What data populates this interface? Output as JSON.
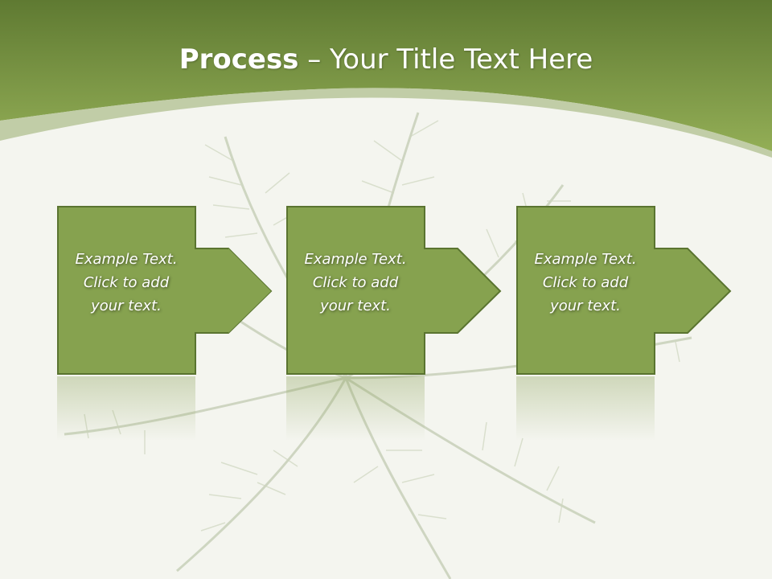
{
  "slide": {
    "title_bold": "Process",
    "title_rest": " – Your Title Text Here",
    "colors": {
      "header_top": "#5f7a32",
      "header_bottom": "#8fab52",
      "box_fill": "#86a24f",
      "box_stroke": "#5a7430",
      "background": "#f4f5ef"
    }
  },
  "steps": [
    {
      "line1": "Example Text.",
      "line2": "Click  to add",
      "line3": "your text."
    },
    {
      "line1": "Example Text.",
      "line2": "Click  to add",
      "line3": "your text."
    },
    {
      "line1": "Example Text.",
      "line2": "Click  to add",
      "line3": "your text."
    }
  ]
}
